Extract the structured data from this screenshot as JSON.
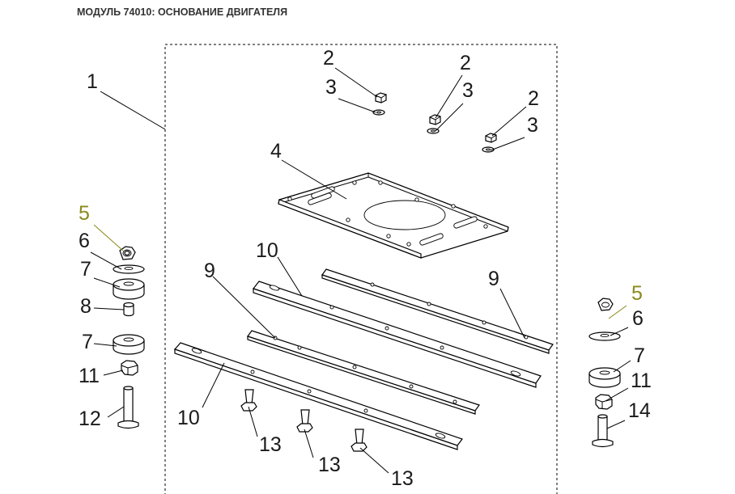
{
  "title": "МОДУЛЬ 74010: ОСНОВАНИЕ ДВИГАТЕЛЯ",
  "callouts": {
    "c1": "1",
    "c2a": "2",
    "c2b": "2",
    "c2c": "2",
    "c3a": "3",
    "c3b": "3",
    "c3c": "3",
    "c4": "4",
    "c5a": "5",
    "c5b": "5",
    "c6a": "6",
    "c6b": "6",
    "c7a": "7",
    "c7b": "7",
    "c7c": "7",
    "c8": "8",
    "c9a": "9",
    "c9b": "9",
    "c10a": "10",
    "c10b": "10",
    "c11a": "11",
    "c11b": "11",
    "c12": "12",
    "c13a": "13",
    "c13b": "13",
    "c13c": "13",
    "c14": "14"
  },
  "colors": {
    "highlight_callout": "#8a8a1e",
    "line": "#000000"
  }
}
